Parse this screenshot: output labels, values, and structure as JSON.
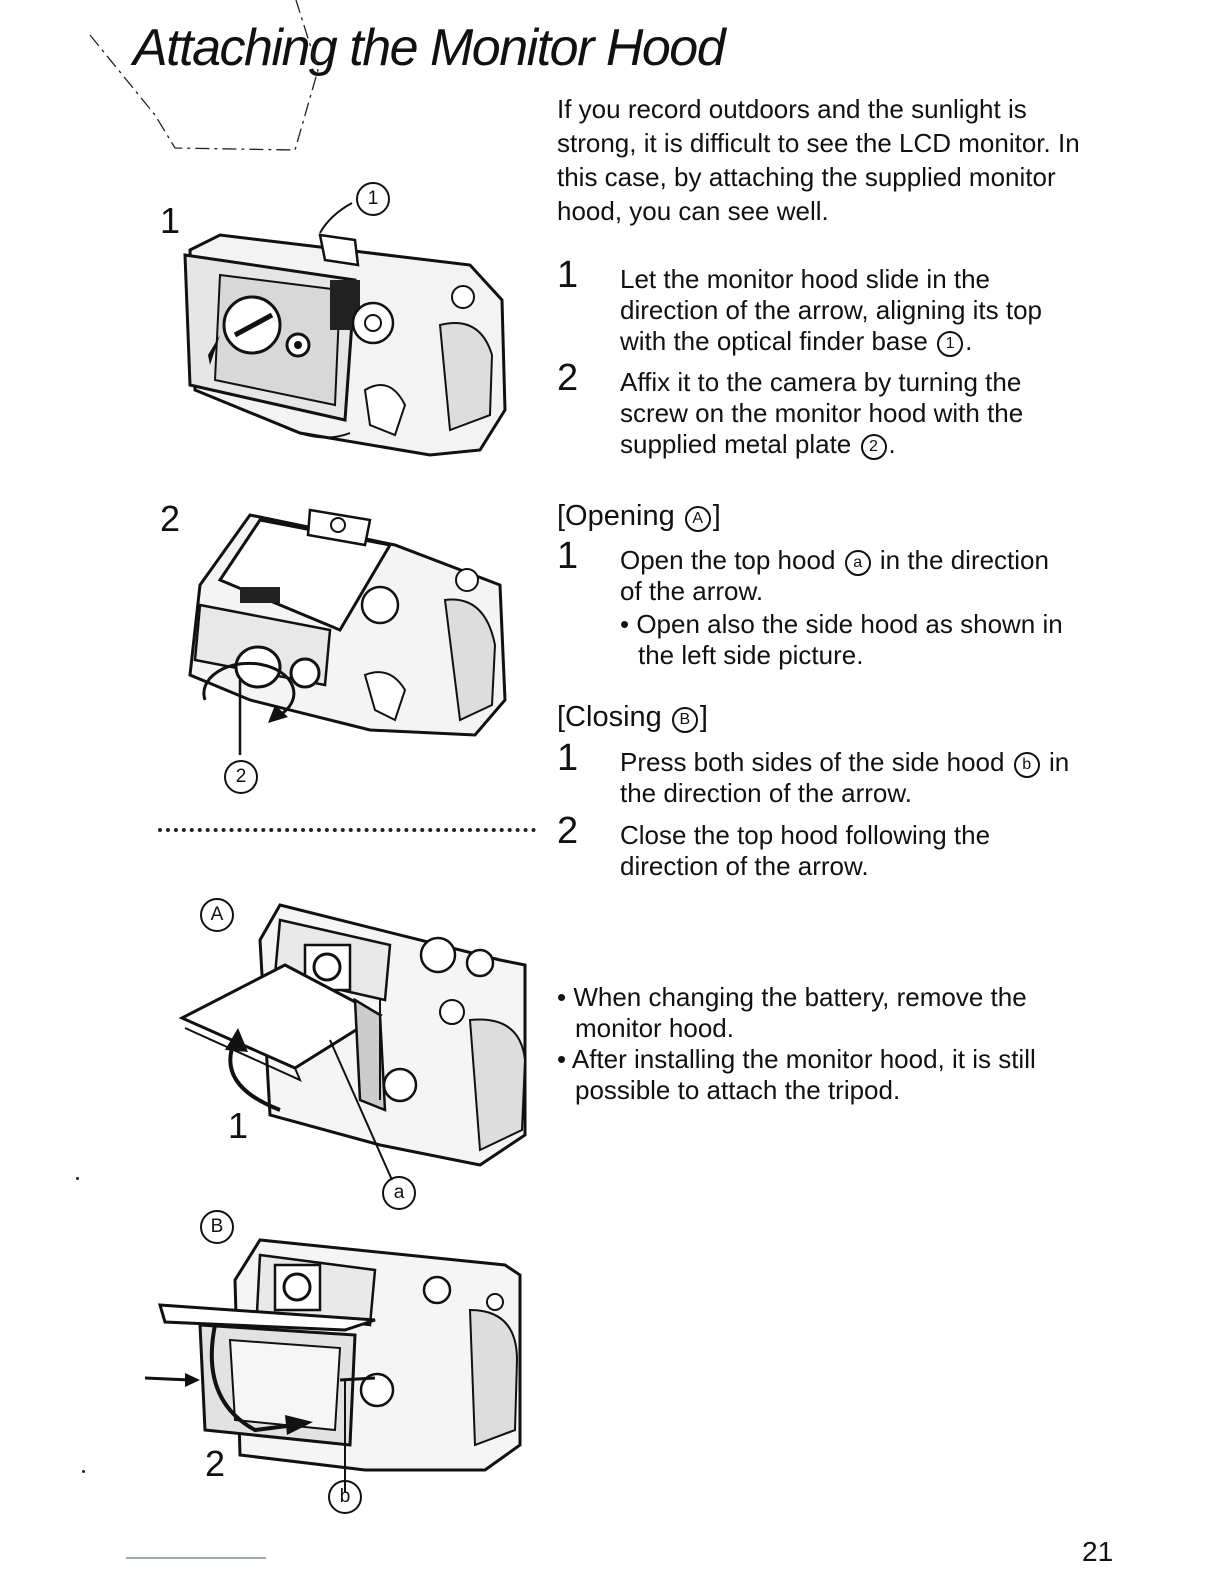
{
  "page": {
    "title": "Attaching the Monitor Hood",
    "intro": "If you record outdoors and the sunlight is strong, it is difficult to see the LCD monitor. In this case, by attaching the supplied monitor hood, you can see well.",
    "page_number": "21"
  },
  "attach_steps": [
    {
      "num": "1",
      "text": "Let the monitor hood slide in the direction of the arrow, aligning its top with the optical finder base",
      "marker": "1",
      "end": "."
    },
    {
      "num": "2",
      "text": "Affix it to the camera by turning the screw on the monitor hood with the supplied metal plate",
      "marker": "2",
      "end": "."
    }
  ],
  "opening": {
    "heading": "[Opening",
    "heading_marker": "A",
    "heading_end": "]",
    "step_num": "1",
    "text_a": "Open the top hood",
    "marker": "a",
    "text_b": "in the direction of the arrow.",
    "note": "• Open also the side hood as shown in the left side picture."
  },
  "closing": {
    "heading": "[Closing",
    "heading_marker": "B",
    "heading_end": "]",
    "steps": [
      {
        "num": "1",
        "text_a": "Press both sides of the side hood",
        "marker": "b",
        "text_b": "in the direction of the arrow."
      },
      {
        "num": "2",
        "text_a": "Close the top hood following the direction of the arrow."
      }
    ]
  },
  "notes": [
    "• When changing the battery, remove the monitor hood.",
    "• After installing the monitor hood, it is still possible to attach the tripod."
  ],
  "figures": {
    "fig1_num": "1",
    "fig1_marker": "1",
    "fig2_num": "2",
    "fig2_marker": "2",
    "figA_marker": "A",
    "figA_num": "1",
    "figA_sub": "a",
    "figB_marker": "B",
    "figB_num": "2",
    "figB_sub": "b"
  }
}
